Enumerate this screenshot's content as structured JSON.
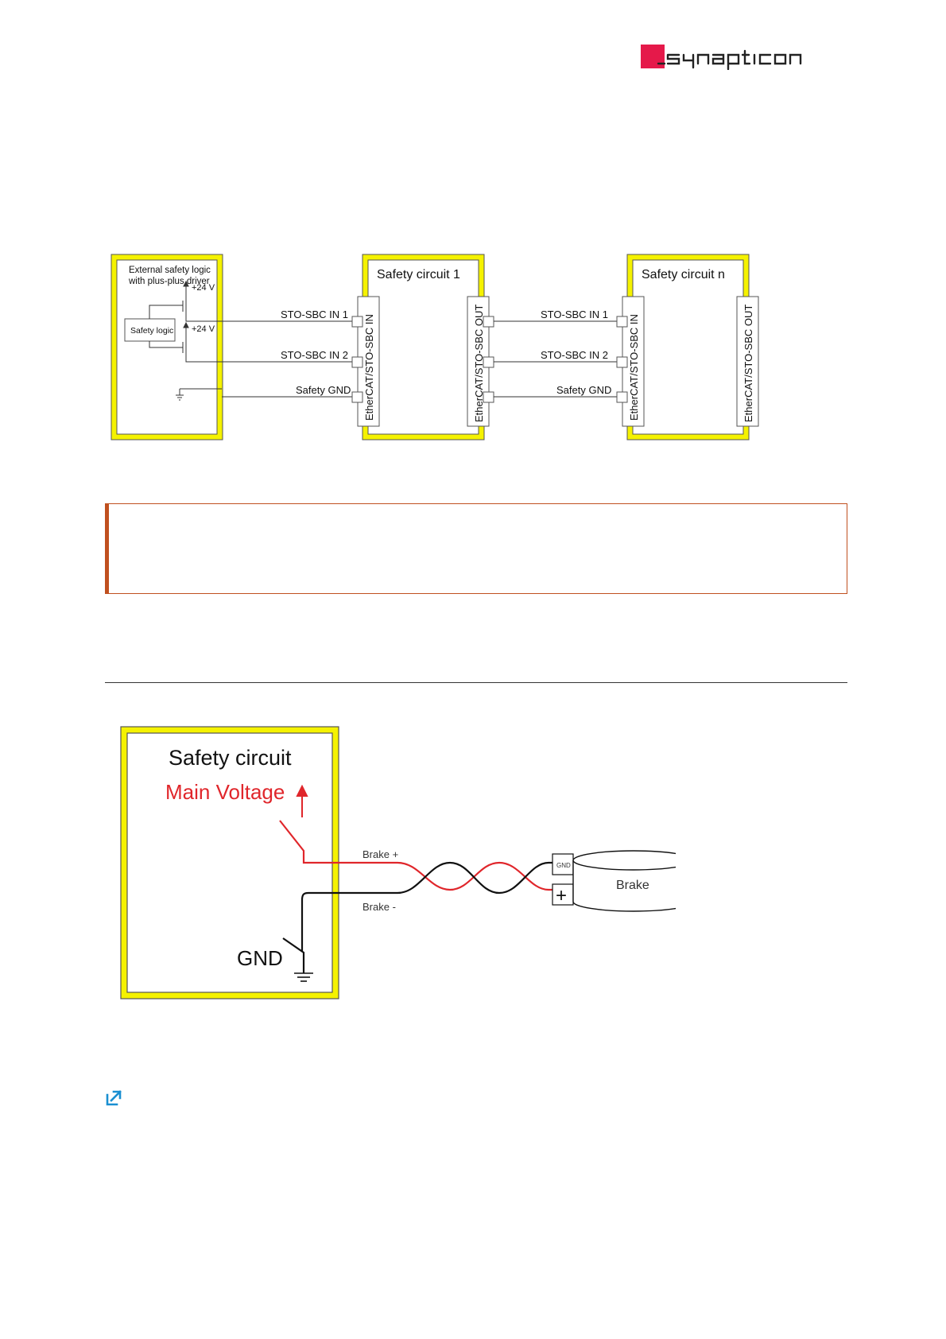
{
  "logo": {
    "text": "synapticon",
    "accent_color": "#e5194a"
  },
  "diagram1": {
    "ext_box": {
      "title_line1": "External safety logic",
      "title_line2": "with plus-plus driver",
      "logic_label": "Safety logic",
      "v1": "+24 V",
      "v2": "+24 V"
    },
    "circuit1_title": "Safety circuit 1",
    "circuitn_title": "Safety circuit n",
    "in_connector": "EtherCAT/STO-SBC IN",
    "out_connector": "EtherCAT/STO-SBC OUT",
    "signals": {
      "in1": "STO-SBC IN 1",
      "in2": "STO-SBC IN 2",
      "gnd": "Safety GND"
    },
    "colors": {
      "frame": "#f5f200",
      "border": "#555555"
    }
  },
  "diagram2": {
    "title": "Safety circuit",
    "main_voltage": "Main Voltage",
    "gnd": "GND",
    "brake_plus": "Brake +",
    "brake_minus": "Brake -",
    "brake": "Brake",
    "gnd_terminal": "GND",
    "plus_terminal": "+",
    "colors": {
      "red": "#e0262b",
      "frame": "#f5f200"
    }
  },
  "warning_color": "#c0501f",
  "link_icon": "external-link-icon"
}
